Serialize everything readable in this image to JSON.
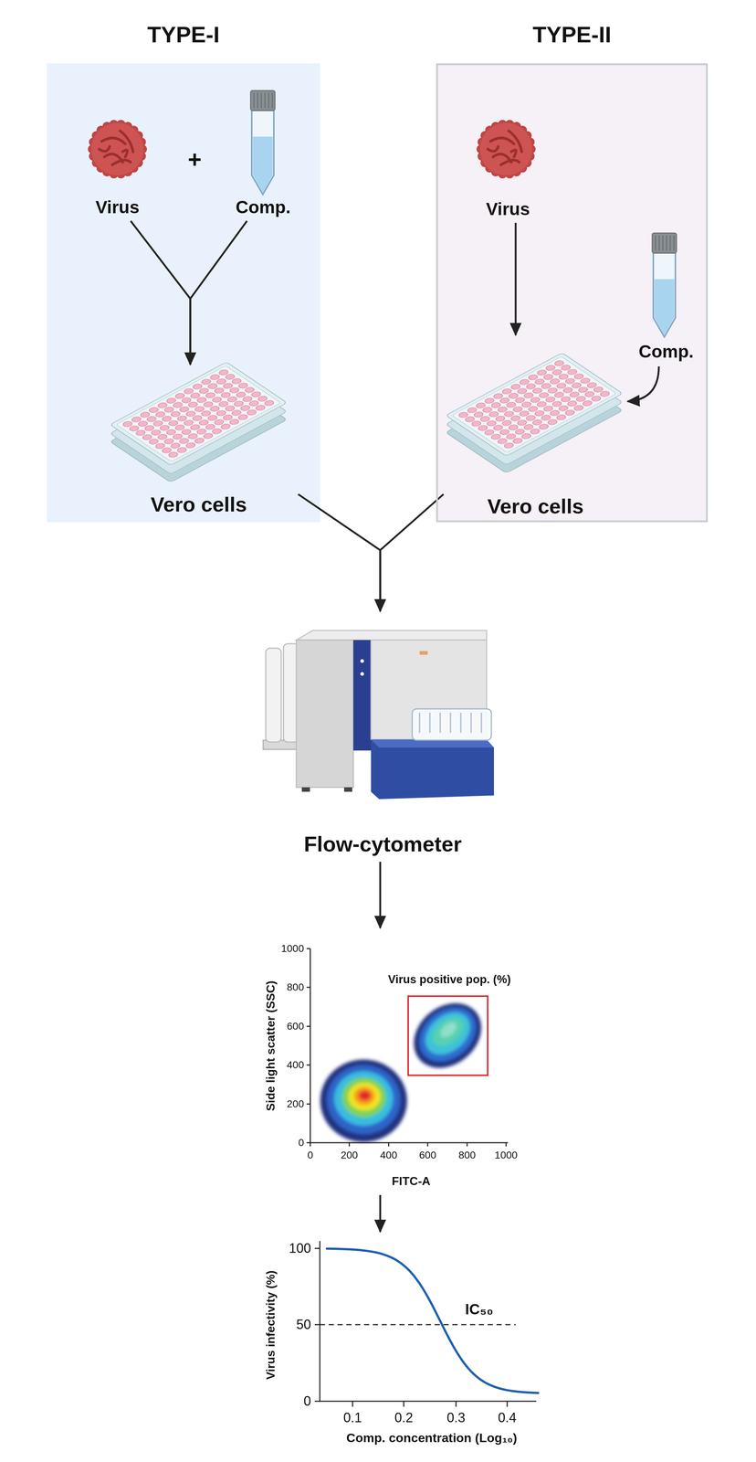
{
  "diagram": {
    "nodes": [
      {
        "text": [
          "TYPE-I"
        ]
      },
      {
        "text": [
          "Virus"
        ],
        "in": 0
      },
      {
        "text": [
          "Comp."
        ],
        "in": 0
      },
      {
        "text": [
          "Vero cells"
        ],
        "in": 0
      },
      {
        "text": [
          "TYPE-II"
        ]
      },
      {
        "text": [
          "Virus"
        ],
        "in": 4
      },
      {
        "text": [
          "Comp."
        ],
        "in": 4
      },
      {
        "text": [
          "Vero cells"
        ],
        "in": 4
      },
      {
        "text": [
          "Flow-cytometer"
        ]
      },
      {
        "text": [
          "Virus positive pop. (%)",
          "Side light scatter (SSC)",
          "FITC-A"
        ]
      },
      {
        "text": [
          "IC₅₀",
          "Virus infectivity (%)",
          "Comp. concentration (Log₁₀)"
        ]
      }
    ],
    "edges": [
      {
        "from": 1,
        "to": 3,
        "arrow": "to"
      },
      {
        "from": 2,
        "to": 3,
        "arrow": "to"
      },
      {
        "from": 5,
        "to": 7,
        "arrow": "to"
      },
      {
        "from": 6,
        "to": 7,
        "arrow": "to"
      },
      {
        "from": 3,
        "to": 8,
        "arrow": "to"
      },
      {
        "from": 7,
        "to": 8,
        "arrow": "to"
      },
      {
        "from": 8,
        "to": 9,
        "arrow": "to"
      },
      {
        "from": 9,
        "to": 10,
        "arrow": "to"
      }
    ],
    "labels": [
      "+",
      "1000",
      "800",
      "600",
      "400",
      "200",
      "0",
      "0",
      "200",
      "400",
      "600",
      "800",
      "1000",
      "100",
      "50",
      "0",
      "0.1",
      "0.2",
      "0.3",
      "0.4"
    ]
  }
}
